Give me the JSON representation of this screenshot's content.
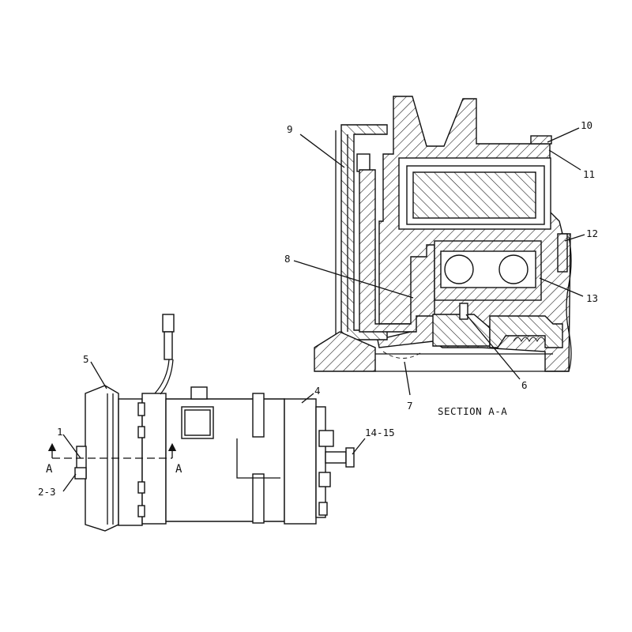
{
  "section_caption": "SECTION A-A",
  "callouts": {
    "c1": "1",
    "c2_3": "2-3",
    "c4": "4",
    "c5": "5",
    "c6": "6",
    "c7": "7",
    "c8": "8",
    "c9": "9",
    "c10": "10",
    "c11": "11",
    "c12": "12",
    "c13": "13",
    "c14_15": "14-15",
    "sectionA_left": "A",
    "sectionA_right": "A"
  }
}
